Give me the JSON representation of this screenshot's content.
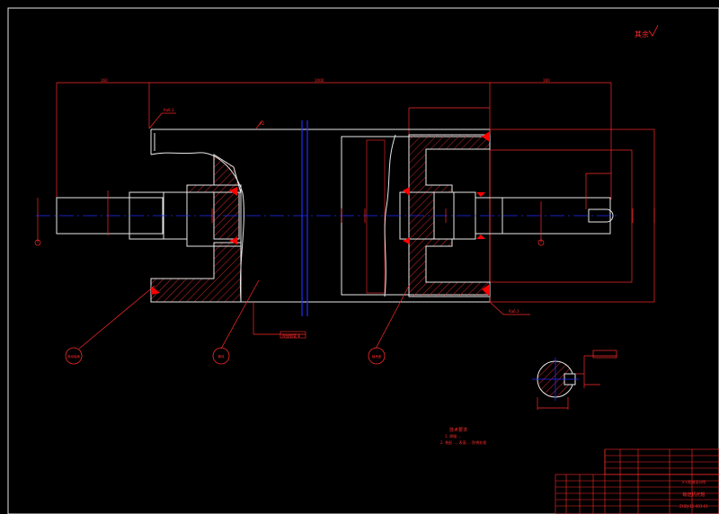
{
  "drawing": {
    "corner_note": "其余",
    "dimensions": {
      "left_segment": "160",
      "middle_segment": "1000",
      "right_segment": "160"
    },
    "leaders": {
      "left_roughness": "Ra6.3",
      "top_callout": "R2",
      "right_bottom": "Ra6.3"
    },
    "balloons": [
      {
        "label": "滚动轴承"
      },
      {
        "label": "筒体"
      },
      {
        "label": "轴承座"
      }
    ],
    "center_tag": "焊接钢管 φ",
    "tech_requirements": {
      "heading": "技术要求",
      "line1": "1. 焊缝 ...",
      "line2": "2. 装配 ..., 表面 ... 防锈处理"
    },
    "title_block": {
      "company": "××机械设计院",
      "drawing_name": "输送机托辊",
      "drawing_no": "ZHDJ-15-003-01"
    }
  },
  "colors": {
    "background": "#000000",
    "outline": "#e8e8e8",
    "annotation": "#ff2a2a",
    "centerline": "#1f2dff",
    "hatch": "#ff3030",
    "fill_red": "#ff0000"
  }
}
